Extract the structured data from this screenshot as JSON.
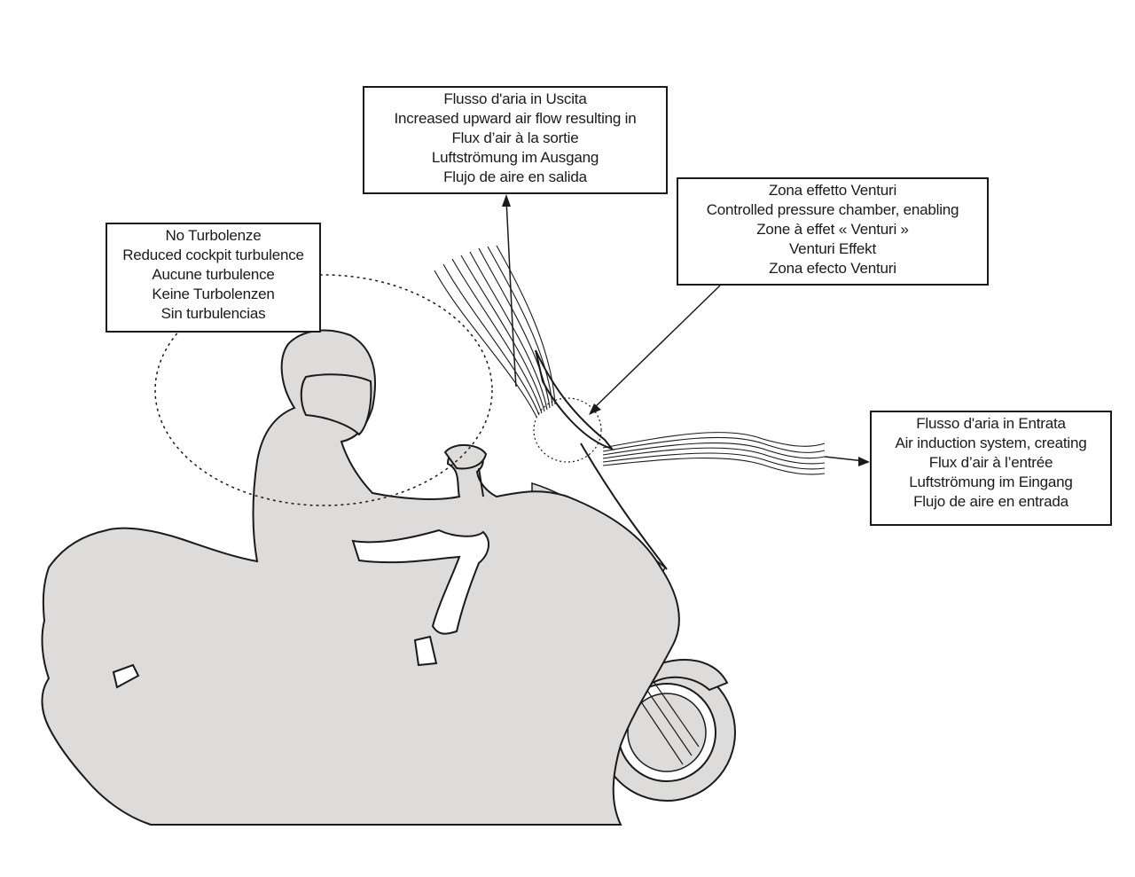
{
  "callouts": {
    "outflow": {
      "lines": [
        "Flusso d'aria in Uscita",
        "Increased upward air flow resulting in",
        "Flux d’air à la sortie",
        "Luftströmung im Ausgang",
        "Flujo de aire en salida"
      ]
    },
    "venturi": {
      "lines": [
        "Zona effetto Venturi",
        "Controlled pressure chamber, enabling",
        "Zone à effet « Venturi »",
        "Venturi Effekt",
        "Zona efecto Venturi"
      ]
    },
    "turbulence": {
      "lines": [
        "No Turbolenze",
        "Reduced cockpit turbulence",
        "Aucune turbulence",
        "Keine Turbolenzen",
        "Sin turbulencias"
      ]
    },
    "inflow": {
      "lines": [
        "Flusso d'aria in Entrata",
        "Air induction system, creating",
        "Flux d’air à l’entrée",
        "Luftströmung im Eingang",
        "Flujo de aire en entrada"
      ]
    }
  },
  "colors": {
    "body_fill": "#dddcdb",
    "stroke": "#1a1a1a",
    "background": "#ffffff"
  }
}
